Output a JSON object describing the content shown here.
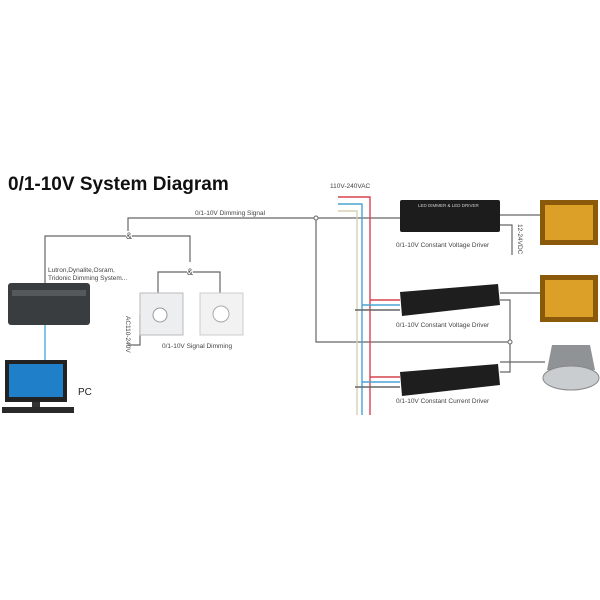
{
  "title": "0/1-10V System Diagram",
  "labels": {
    "dimming_signal": "0/1-10V Dimming Signal",
    "and1": "&",
    "and2": "&",
    "systems": "Lutron,Dynalite,Osram,",
    "systems2": "Tridonic Dimming System...",
    "ac_dimmer": "AC110-240V",
    "signal_dimming": "0/1-10V Signal Dimming",
    "pc": "PC",
    "ac_input": "110V-240VAC",
    "driver1": "0/1-10V Constant  Voltage Driver",
    "driver2": "0/1-10V Constant  Voltage Driver",
    "driver3": "0/1-10V Constant Current Driver",
    "dc_out": "12-24VDC",
    "driver1_header": "LED DIMMER & LED DRIVER"
  },
  "colors": {
    "live": "#d9434f",
    "neutral": "#4aa3d4",
    "earth": "#d8d0b0",
    "signal": "#666666",
    "usb": "#2a9fd8"
  }
}
